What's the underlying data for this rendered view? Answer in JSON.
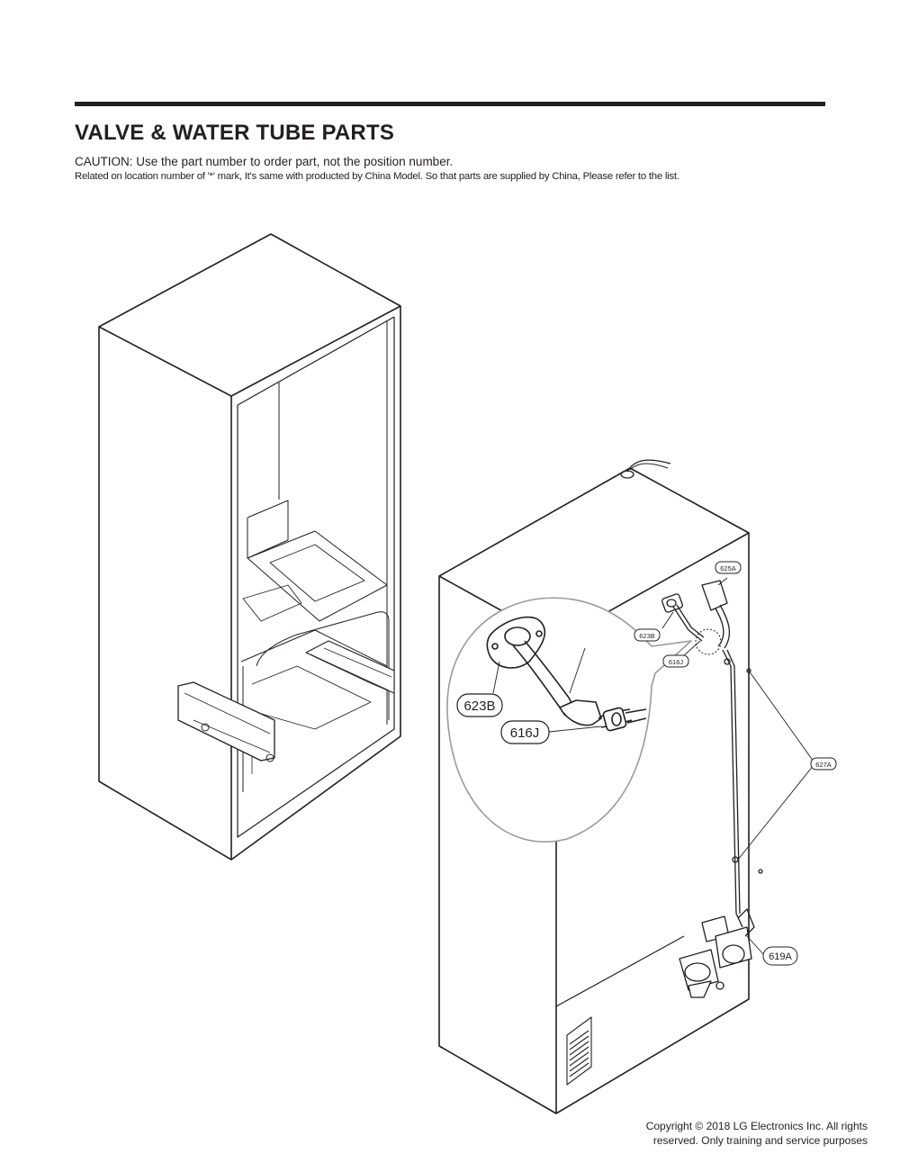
{
  "header": {
    "title": "VALVE & WATER TUBE PARTS",
    "caution": "CAUTION: Use the part number to order part, not the position number.",
    "related_note": "Related on location number of '*' mark, It's same with producted by China Model. So that parts are supplied by China, Please refer to the list."
  },
  "callouts": {
    "detail_623B": "623B",
    "detail_616J": "616J",
    "label_625A": "625A",
    "label_623B": "623B",
    "label_616J": "616J",
    "label_627A": "627A",
    "label_619A": "619A"
  },
  "footer": {
    "copyright_line1": "Copyright © 2018 LG Electronics Inc. All rights",
    "copyright_line2": "reserved. Only training and service purposes"
  }
}
